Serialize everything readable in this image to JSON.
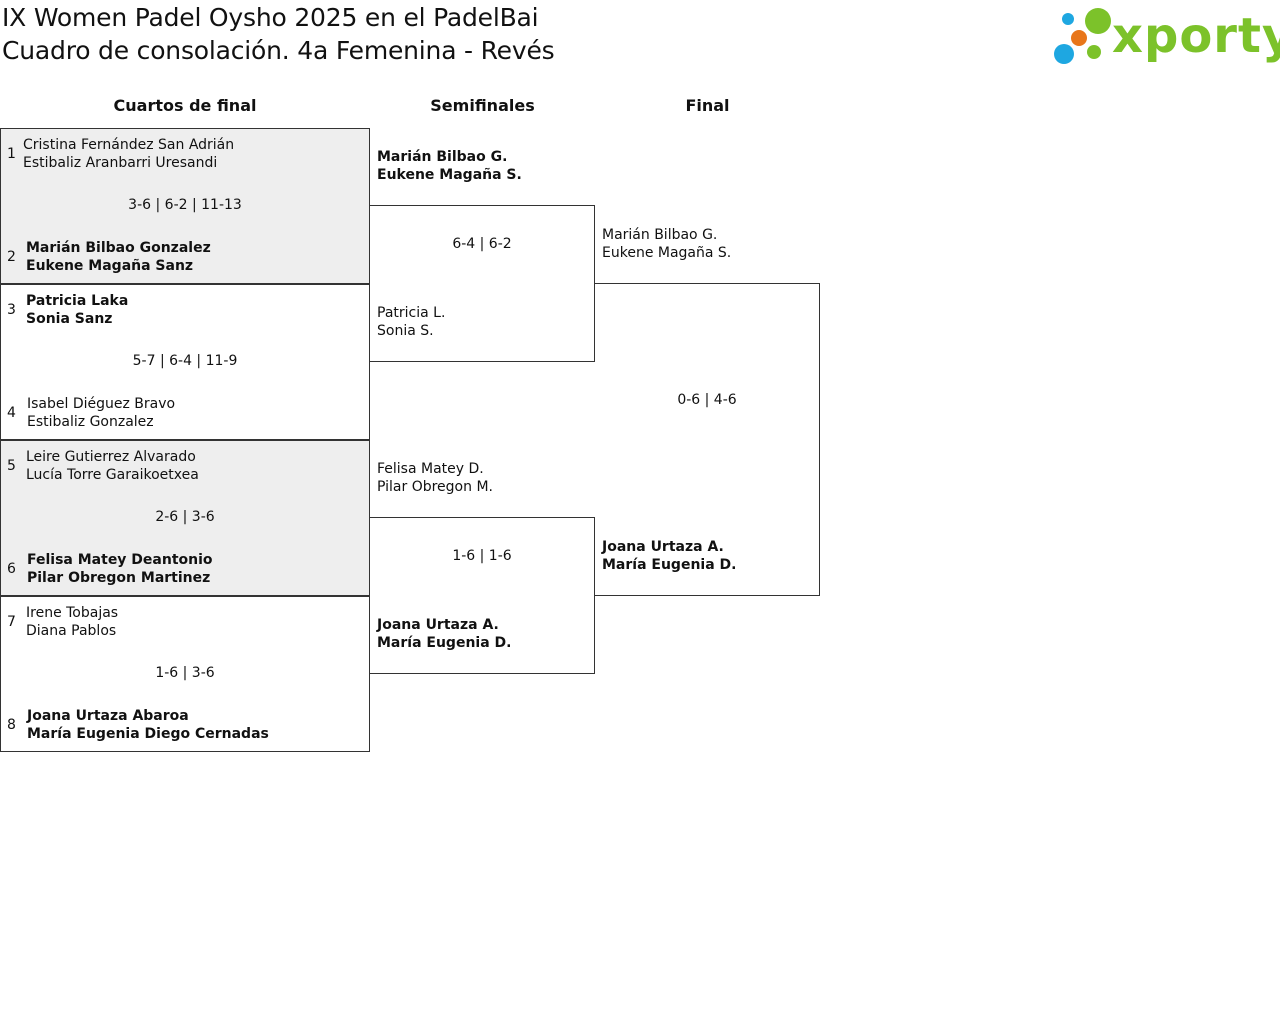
{
  "title_line1": "IX Women Padel Oysho 2025 en el PadelBai",
  "title_line2": "Cuadro de consolación. 4a Femenina - Revés",
  "logo_text": "xporty",
  "colors": {
    "grey_box": "#eeeeee",
    "border": "#333333",
    "logo_green": "#7cc22a",
    "logo_blue": "#1ea7e1",
    "logo_orange": "#e8761a"
  },
  "rounds": {
    "quarterfinals": "Cuartos de final",
    "semifinals": "Semifinales",
    "final": "Final"
  },
  "quarterfinals": [
    {
      "seed_top": "1",
      "top": [
        "Cristina Fernández San Adrián",
        "Estibaliz Aranbarri Uresandi"
      ],
      "score": "3-6 | 6-2 | 11-13",
      "seed_bottom": "2",
      "bottom": [
        "Marián Bilbao Gonzalez",
        "Eukene Magaña Sanz"
      ],
      "winner": "bottom"
    },
    {
      "seed_top": "3",
      "top": [
        "Patricia Laka",
        "Sonia Sanz"
      ],
      "score": "5-7 | 6-4 | 11-9",
      "seed_bottom": "4",
      "bottom": [
        "Isabel Diéguez Bravo",
        "Estibaliz Gonzalez"
      ],
      "winner": "top"
    },
    {
      "seed_top": "5",
      "top": [
        "Leire Gutierrez Alvarado",
        "Lucía Torre Garaikoetxea"
      ],
      "score": "2-6 | 3-6",
      "seed_bottom": "6",
      "bottom": [
        "Felisa Matey Deantonio",
        "Pilar Obregon Martinez"
      ],
      "winner": "bottom"
    },
    {
      "seed_top": "7",
      "top": [
        "Irene Tobajas",
        "Diana Pablos"
      ],
      "score": "1-6 | 3-6",
      "seed_bottom": "8",
      "bottom": [
        "Joana Urtaza Abaroa",
        "María Eugenia Diego Cernadas"
      ],
      "winner": "bottom"
    }
  ],
  "semifinals": [
    {
      "top": [
        "Marián Bilbao G.",
        "Eukene Magaña S."
      ],
      "score": "6-4 | 6-2",
      "bottom": [
        "Patricia L.",
        "Sonia S."
      ],
      "winner": "top"
    },
    {
      "top": [
        "Felisa Matey D.",
        "Pilar Obregon M."
      ],
      "score": "1-6 | 1-6",
      "bottom": [
        "Joana Urtaza A.",
        "María Eugenia D."
      ],
      "winner": "bottom"
    }
  ],
  "final": {
    "top": [
      "Marián Bilbao G.",
      "Eukene Magaña S."
    ],
    "score": "0-6 | 4-6",
    "bottom": [
      "Joana Urtaza A.",
      "María Eugenia D."
    ],
    "winner": "bottom"
  }
}
